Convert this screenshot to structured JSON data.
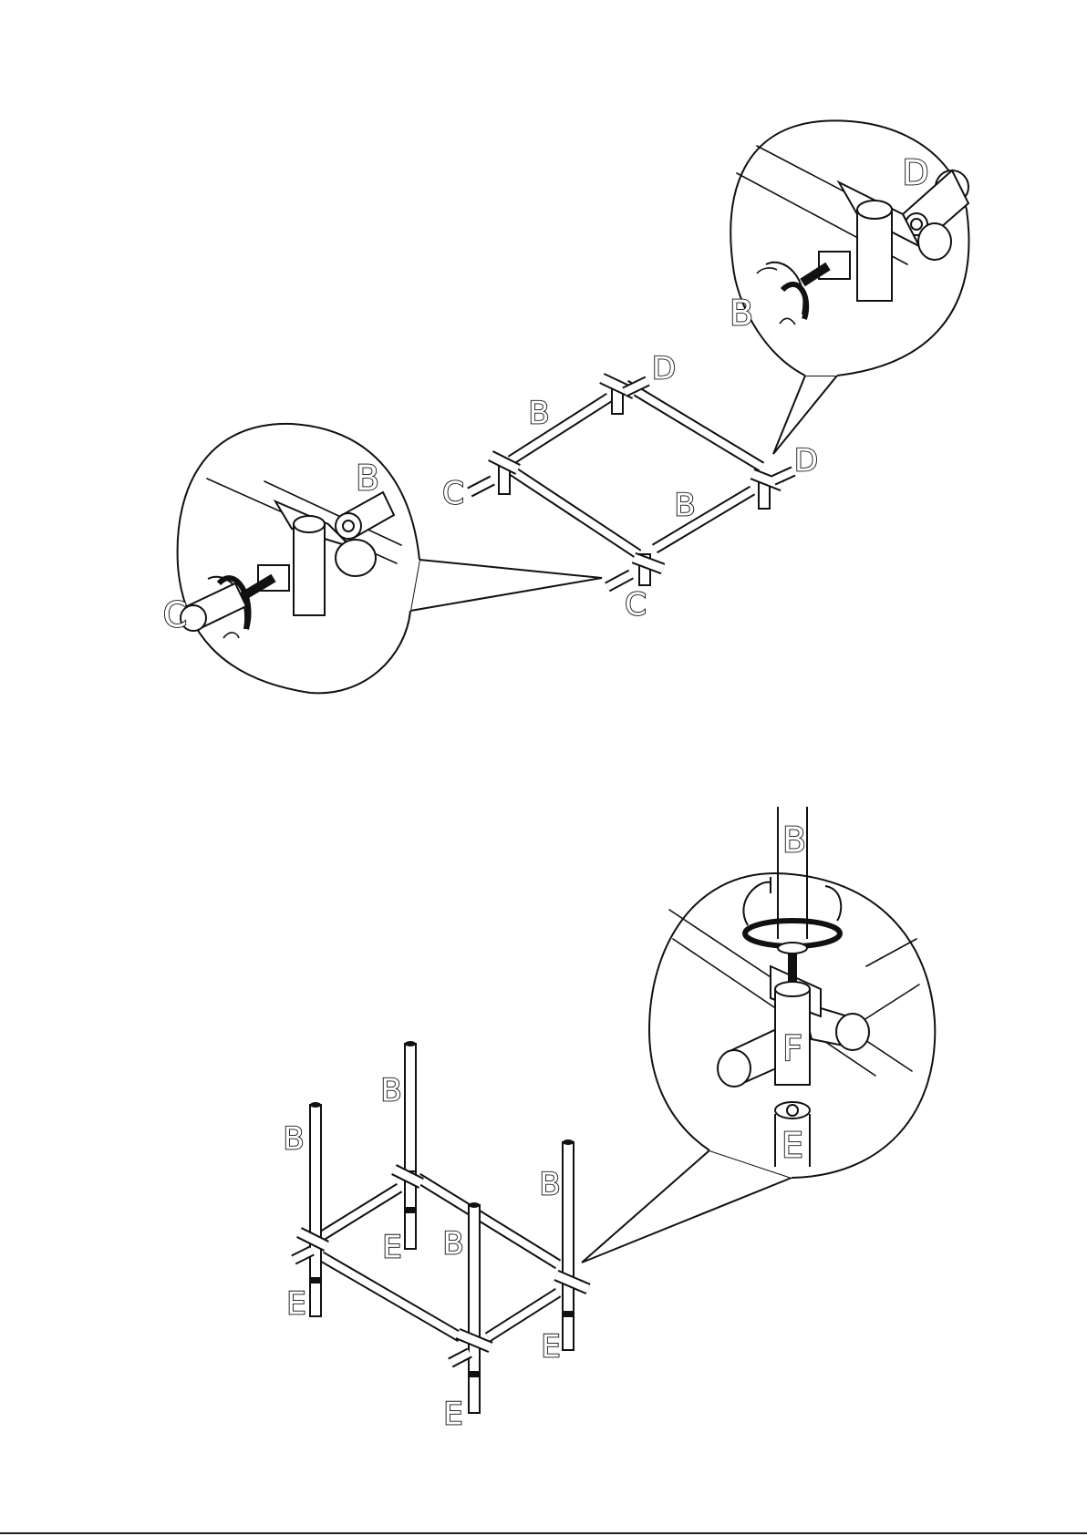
{
  "step1": {
    "frame_labels": {
      "b_left": "B",
      "b_right": "B",
      "c_left": "C",
      "c_bottom": "C",
      "d_top": "D",
      "d_right": "D"
    },
    "detail_left": {
      "b": "B",
      "c": "C"
    },
    "detail_right": {
      "b": "B",
      "d": "D"
    }
  },
  "step2": {
    "frame_labels": {
      "b1": "B",
      "b2": "B",
      "b3": "B",
      "b4": "B",
      "e1": "E",
      "e2": "E",
      "e3": "E",
      "e4": "E"
    },
    "detail": {
      "b": "B",
      "f": "F",
      "e": "E"
    }
  }
}
